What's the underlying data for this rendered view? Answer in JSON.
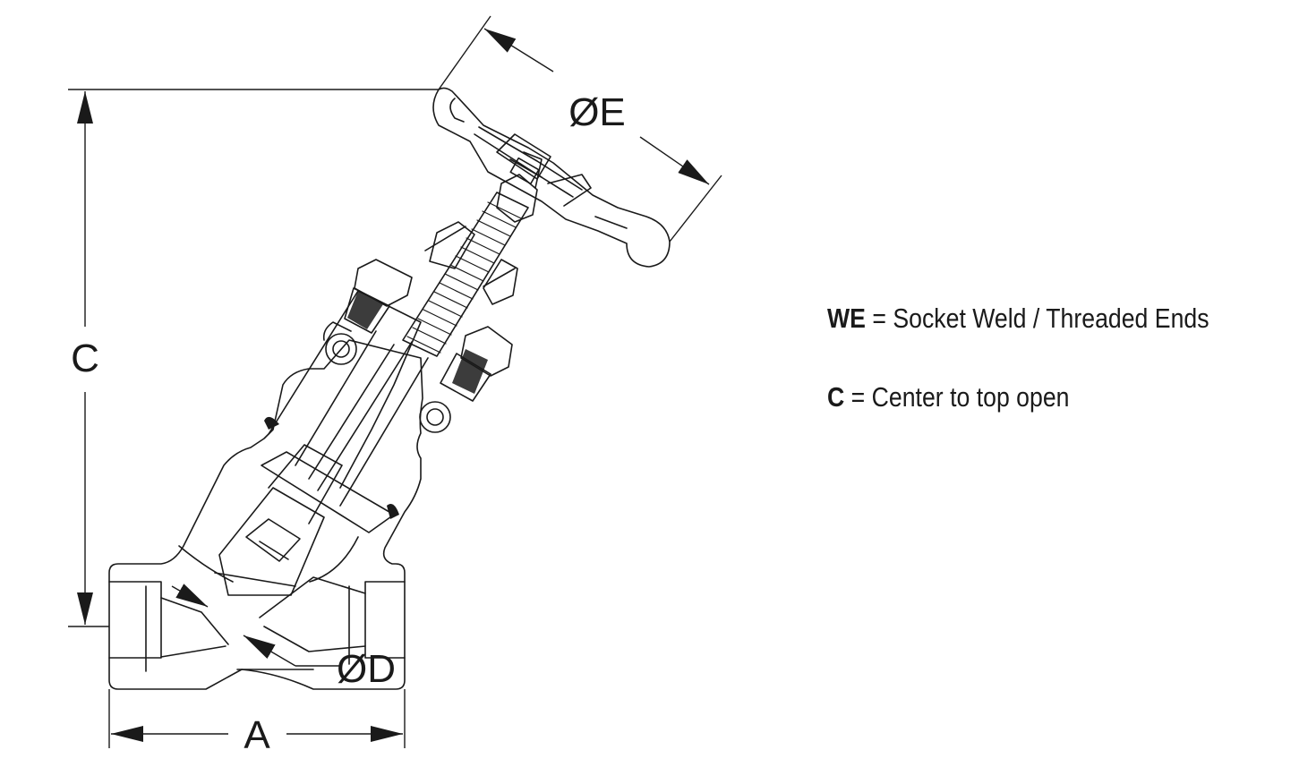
{
  "dimensions": {
    "a": "A",
    "c": "C",
    "d": "ØD",
    "e": "ØE"
  },
  "legend": [
    {
      "key": "WE",
      "sep": " = ",
      "text": "Socket Weld / Threaded Ends"
    },
    {
      "key": "C",
      "sep": " = ",
      "text": "Center to top open"
    }
  ],
  "colors": {
    "line": "#1a1a1a",
    "fill": "#ffffff",
    "weld": "#1a1a1a"
  }
}
